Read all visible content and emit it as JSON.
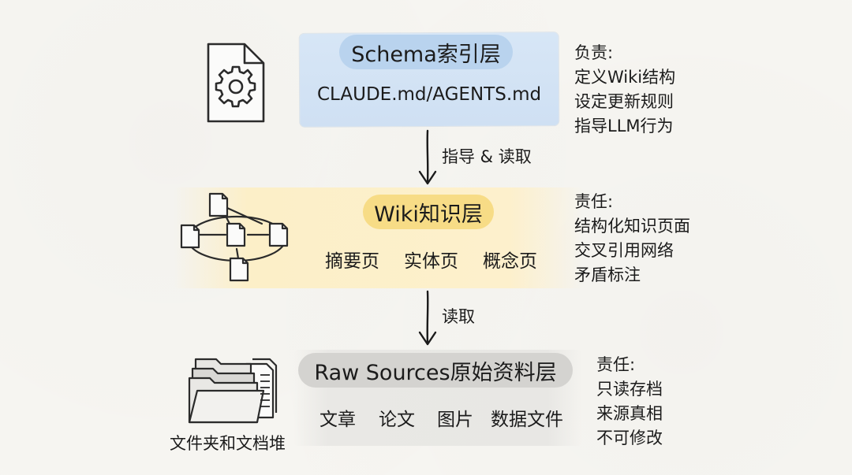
{
  "schema_layer": {
    "title": "Schema索引层",
    "files": "CLAUDE.md/AGENTS.md",
    "resp_heading": "负责:",
    "resp_items": [
      "定义Wiki结构",
      "设定更新规则",
      "指导LLM行为"
    ],
    "icon": "gear-document-icon",
    "color": "#d7e6f6"
  },
  "arrow_1": {
    "label": "指导 & 读取"
  },
  "wiki_layer": {
    "title": "Wiki知识层",
    "pages": [
      "摘要页",
      "实体页",
      "概念页"
    ],
    "resp_heading": "责任:",
    "resp_items": [
      "结构化知识页面",
      "交叉引用网络",
      "矛盾标注"
    ],
    "icon": "document-network-icon",
    "color": "#fcefc8"
  },
  "arrow_2": {
    "label": "读取"
  },
  "raw_layer": {
    "title": "Raw Sources原始资料层",
    "sources": [
      "文章",
      "论文",
      "图片",
      "数据文件"
    ],
    "icon_caption": "文件夹和文档堆",
    "resp_heading": "责任:",
    "resp_items": [
      "只读存档",
      "来源真相",
      "不可修改"
    ],
    "icon": "folder-stack-icon",
    "color": "#e9e8e5"
  }
}
